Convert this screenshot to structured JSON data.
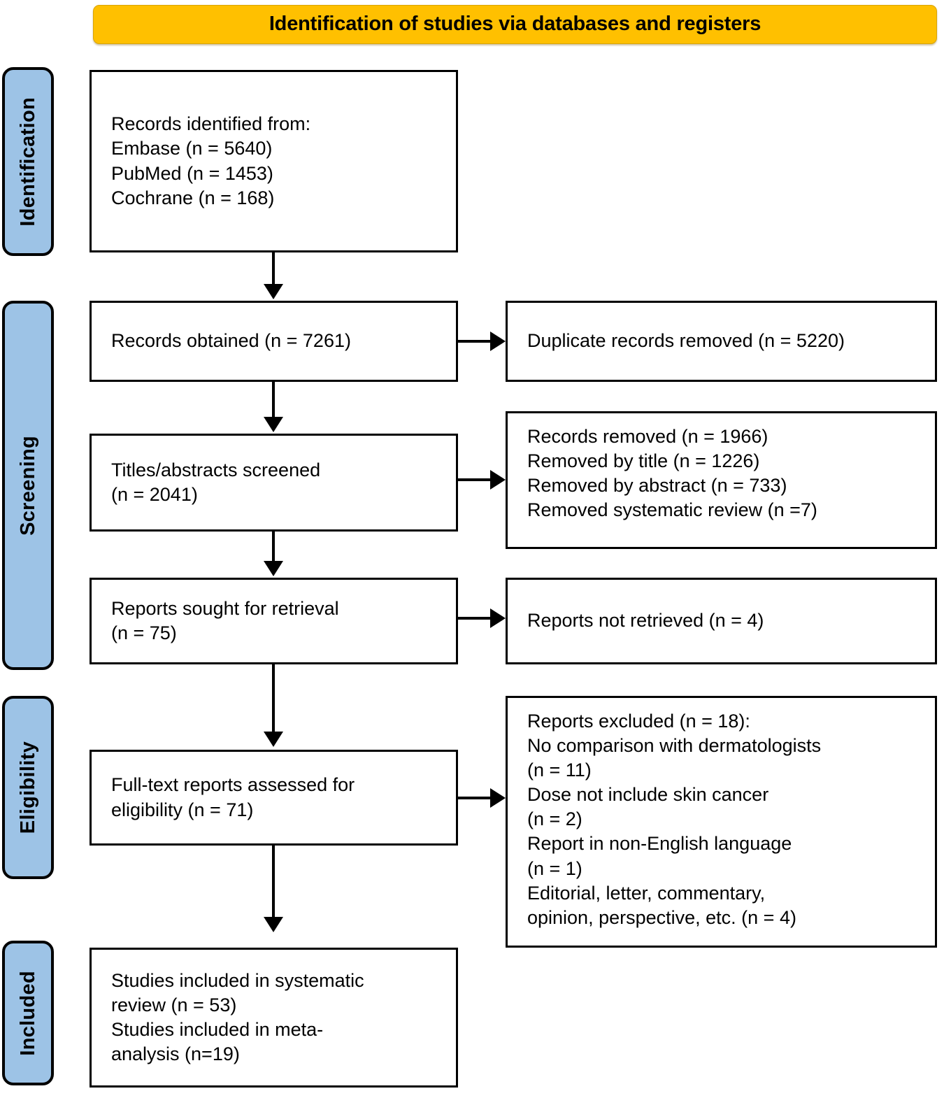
{
  "diagram": {
    "type": "prisma-flow-diagram",
    "banner": {
      "label": "Identification of studies via databases and registers",
      "color": "#FFC000"
    },
    "stage_color": "#9DC3E6",
    "stages": [
      {
        "id": "identification",
        "label": "Identification"
      },
      {
        "id": "screening",
        "label": "Screening"
      },
      {
        "id": "eligibility",
        "label": "Eligibility"
      },
      {
        "id": "included",
        "label": "Included"
      }
    ],
    "boxes": {
      "records_identified": "Records identified from:\n    Embase (n = 5640)\n    PubMed (n = 1453)\n    Cochrane (n = 168)",
      "records_obtained": "Records obtained (n = 7261)",
      "duplicates_removed": "Duplicate records removed (n = 5220)",
      "titles_screened": "Titles/abstracts screened\n(n = 2041)",
      "records_removed": "Records removed (n = 1966)\n    Removed by title (n = 1226)\n    Removed by abstract (n = 733)\n    Removed systematic review (n =7)",
      "reports_sought": "Reports sought for retrieval\n(n = 75)",
      "reports_not_retrieved": "Reports not retrieved (n = 4)",
      "fulltext_assessed": "Full-text reports assessed for\neligibility (n = 71)",
      "reports_excluded": "Reports excluded (n = 18):\n    No comparison with dermatologists\n    (n = 11)\n    Dose not include skin cancer\n    (n = 2)\n    Report in non-English language\n    (n = 1)\n    Editorial, letter, commentary,\n    opinion, perspective, etc. (n = 4)",
      "studies_included": "Studies included in systematic\nreview (n = 53)\nStudies included in meta-\nanalysis (n=19)"
    },
    "counts": {
      "embase": 5640,
      "pubmed": 1453,
      "cochrane": 168,
      "records_obtained": 7261,
      "duplicates_removed": 5220,
      "titles_screened": 2041,
      "records_removed_total": 1966,
      "removed_by_title": 1226,
      "removed_by_abstract": 733,
      "removed_systematic_review": 7,
      "reports_sought": 75,
      "reports_not_retrieved": 4,
      "fulltext_assessed": 71,
      "reports_excluded_total": 18,
      "excluded_no_comparison": 11,
      "excluded_not_skin_cancer": 2,
      "excluded_non_english": 1,
      "excluded_editorial": 4,
      "included_systematic_review": 53,
      "included_meta_analysis": 19
    }
  }
}
